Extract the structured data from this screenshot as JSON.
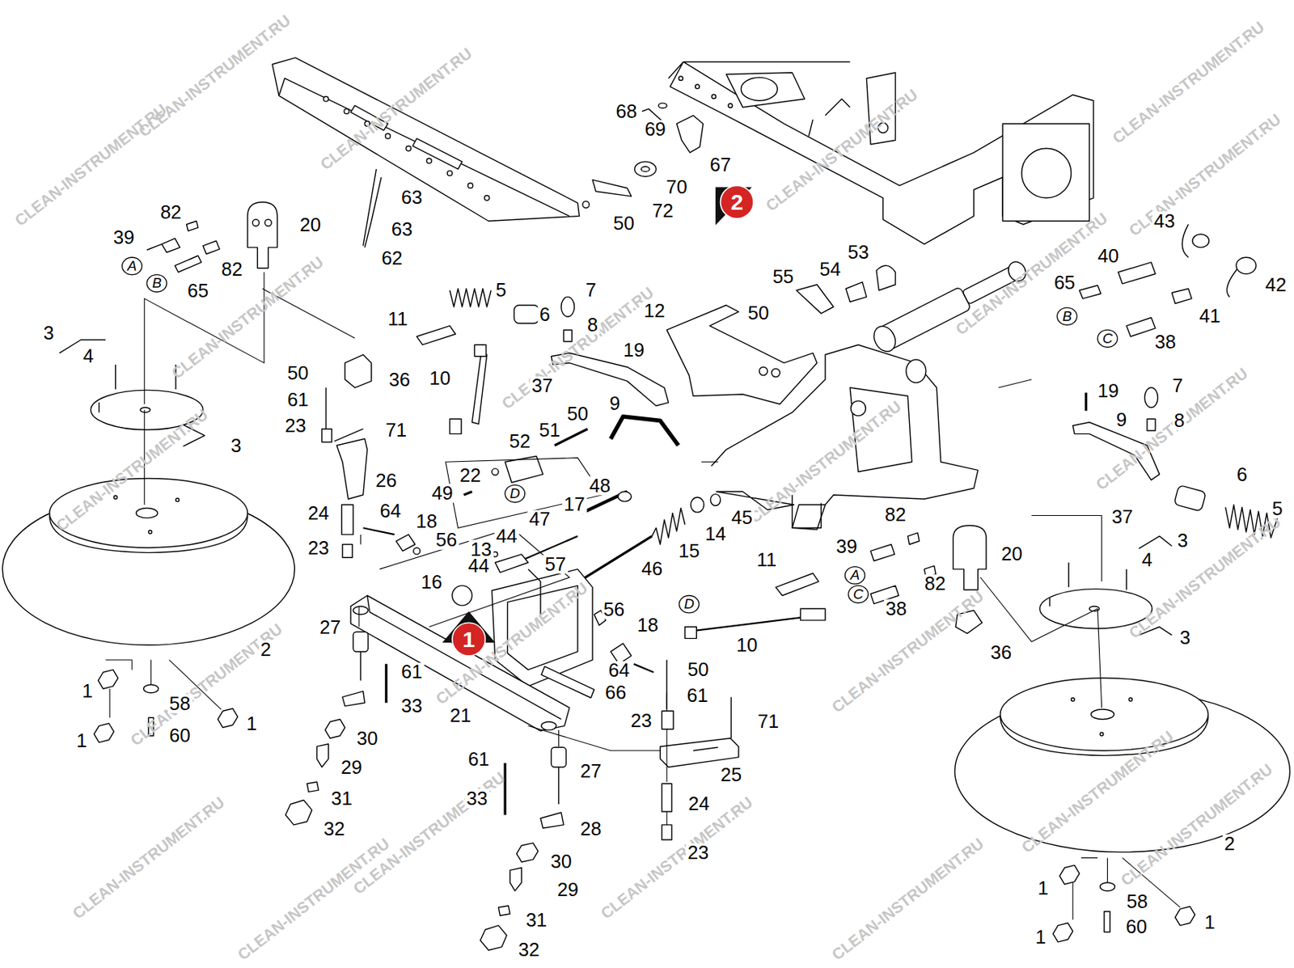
{
  "diagram": {
    "nodes": [
      {
        "text": [
          "2"
        ]
      },
      {
        "text": [
          "A"
        ]
      },
      {
        "text": [
          "B"
        ]
      },
      {
        "text": [
          "B"
        ]
      },
      {
        "text": [
          "C"
        ]
      },
      {
        "text": [
          "D"
        ]
      },
      {
        "text": [
          "A"
        ]
      },
      {
        "text": [
          "C"
        ]
      },
      {
        "text": [
          "D"
        ]
      },
      {
        "text": [
          "1"
        ]
      }
    ],
    "labels": [
      "82",
      "39",
      "20",
      "82",
      "65",
      "63",
      "63",
      "62",
      "68",
      "69",
      "67",
      "70",
      "72",
      "50",
      "43",
      "40",
      "42",
      "65",
      "41",
      "38",
      "53",
      "54",
      "55",
      "50",
      "12",
      "5",
      "7",
      "11",
      "6",
      "8",
      "19",
      "3",
      "4",
      "10",
      "37",
      "9",
      "50",
      "36",
      "61",
      "23",
      "71",
      "3",
      "50",
      "51",
      "52",
      "26",
      "22",
      "49",
      "48",
      "17",
      "24",
      "64",
      "18",
      "45",
      "14",
      "56",
      "47",
      "44",
      "15",
      "23",
      "13",
      "44",
      "57",
      "46",
      "16",
      "19",
      "7",
      "9",
      "8",
      "6",
      "5",
      "82",
      "37",
      "3",
      "39",
      "20",
      "11",
      "4",
      "82",
      "38",
      "3",
      "10",
      "36",
      "56",
      "18",
      "27",
      "2",
      "64",
      "50",
      "61",
      "66",
      "61",
      "1",
      "58",
      "33",
      "21",
      "23",
      "71",
      "1",
      "30",
      "1",
      "60",
      "61",
      "29",
      "27",
      "25",
      "31",
      "33",
      "24",
      "32",
      "28",
      "2",
      "23",
      "30",
      "1",
      "29",
      "58",
      "31",
      "1",
      "60",
      "1",
      "32",
      "CLEAN-INSTRUMENT.RU",
      "CLEAN-INSTRUMENT.RU",
      "CLEAN-INSTRUMENT.RU",
      "CLEAN-INSTRUMENT.RU",
      "CLEAN-INSTRUMENT.RU",
      "CLEAN-INSTRUMENT.RU",
      "CLEAN-INSTRUMENT.RU",
      "CLEAN-INSTRUMENT.RU",
      "CLEAN-INSTRUMENT.RU",
      "CLEAN-INSTRUMENT.RU",
      "CLEAN-INSTRUMENT.RU",
      "CLEAN-INSTRUMENT.RU",
      "CLEAN-INSTRUMENT.RU",
      "CLEAN-INSTRUMENT.RU",
      "CLEAN-INSTRUMENT.RU",
      "CLEAN-INSTRUMENT.RU",
      "CLEAN-INSTRUMENT.RU",
      "CLEAN-INSTRUMENT.RU",
      "CLEAN-INSTRUMENT.RU",
      "CLEAN-INSTRUMENT.RU",
      "CLEAN-INSTRUMENT.RU",
      "CLEAN-INSTRUMENT.RU",
      "CLEAN-INSTRUMENT.RU"
    ]
  }
}
